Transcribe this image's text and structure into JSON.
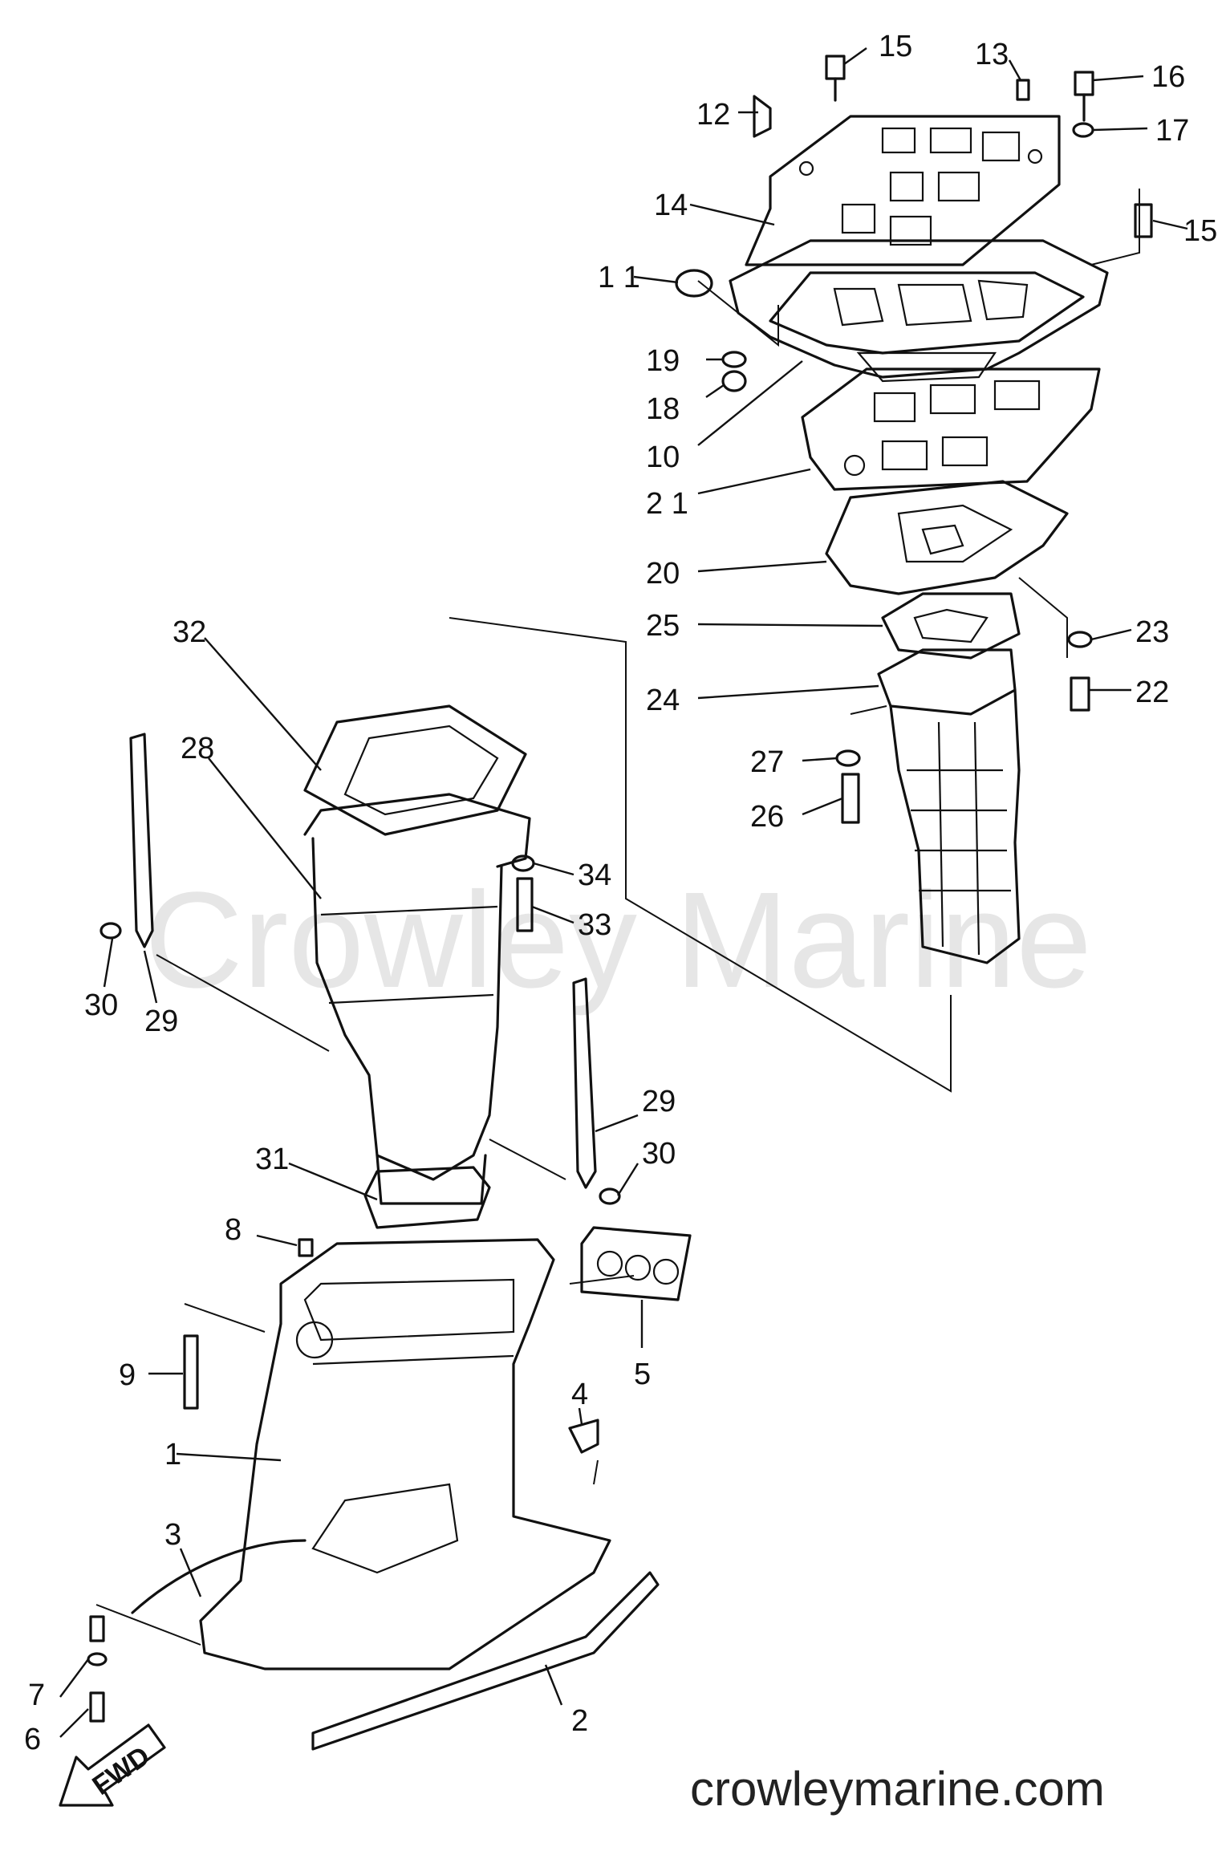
{
  "watermark": "Crowley Marine",
  "footer": "crowleymarine.com",
  "fwd_label": "FWD",
  "callouts": [
    {
      "id": "c15a",
      "label": "15"
    },
    {
      "id": "c13",
      "label": "13"
    },
    {
      "id": "c16",
      "label": "16"
    },
    {
      "id": "c12",
      "label": "12"
    },
    {
      "id": "c17",
      "label": "17"
    },
    {
      "id": "c14",
      "label": "14"
    },
    {
      "id": "c15b",
      "label": "15"
    },
    {
      "id": "c11",
      "label": "1 1"
    },
    {
      "id": "c19",
      "label": "19"
    },
    {
      "id": "c18",
      "label": "18"
    },
    {
      "id": "c10",
      "label": "10"
    },
    {
      "id": "c21",
      "label": "2 1"
    },
    {
      "id": "c20",
      "label": "20"
    },
    {
      "id": "c25",
      "label": "25"
    },
    {
      "id": "c23",
      "label": "23"
    },
    {
      "id": "c24",
      "label": "24"
    },
    {
      "id": "c22",
      "label": "22"
    },
    {
      "id": "c27",
      "label": "27"
    },
    {
      "id": "c26",
      "label": "26"
    },
    {
      "id": "c32",
      "label": "32"
    },
    {
      "id": "c28",
      "label": "28"
    },
    {
      "id": "c34",
      "label": "34"
    },
    {
      "id": "c33",
      "label": "33"
    },
    {
      "id": "c30a",
      "label": "30"
    },
    {
      "id": "c29a",
      "label": "29"
    },
    {
      "id": "c29b",
      "label": "29"
    },
    {
      "id": "c30b",
      "label": "30"
    },
    {
      "id": "c31",
      "label": "31"
    },
    {
      "id": "c8",
      "label": "8"
    },
    {
      "id": "c5",
      "label": "5"
    },
    {
      "id": "c9",
      "label": "9"
    },
    {
      "id": "c4",
      "label": "4"
    },
    {
      "id": "c1",
      "label": "1"
    },
    {
      "id": "c3",
      "label": "3"
    },
    {
      "id": "c7",
      "label": "7"
    },
    {
      "id": "c6",
      "label": "6"
    },
    {
      "id": "c2",
      "label": "2"
    }
  ]
}
